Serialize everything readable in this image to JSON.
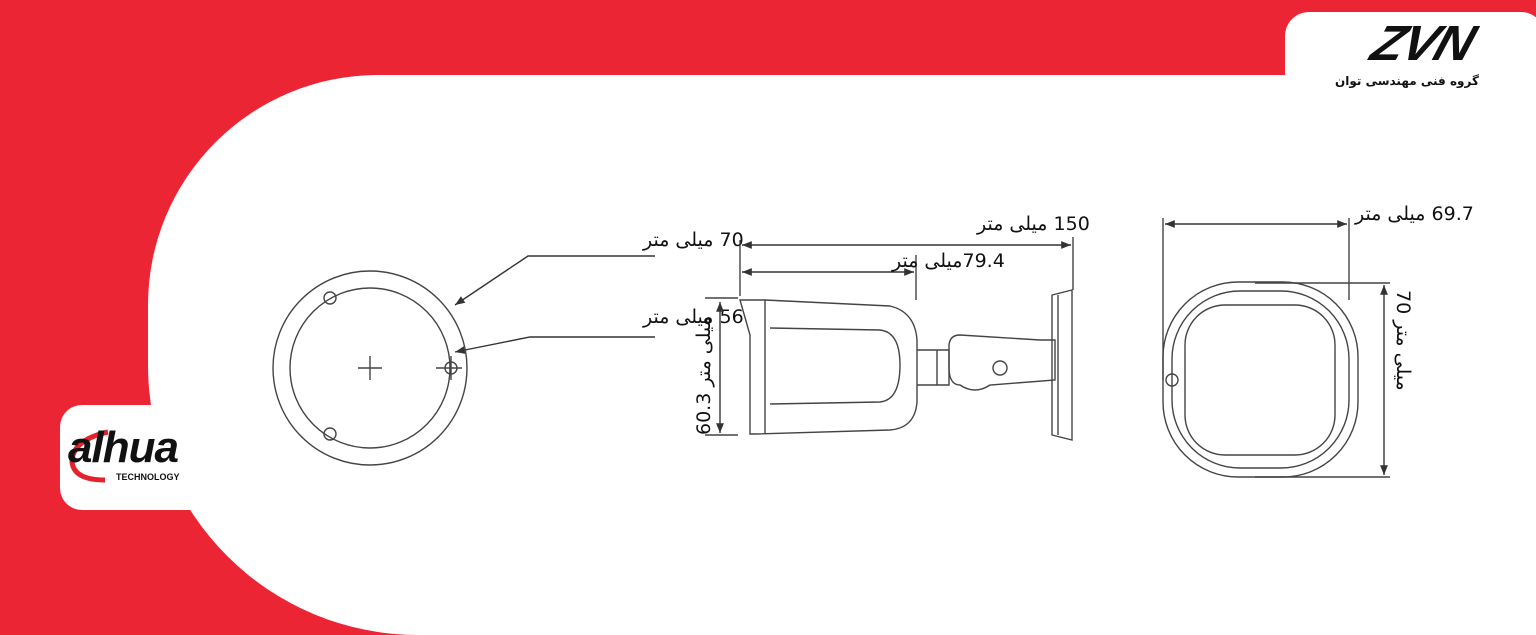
{
  "brand": {
    "zvn_logo_text": "ZVN",
    "zvn_subtitle": "گروه فنی مهندسی توان",
    "dahua_logo_text": "alhua",
    "dahua_subtitle": "TECHNOLOGY"
  },
  "front_view": {
    "outer_diameter_label": "70 میلی متر",
    "hole_spacing_label": "56 میلی متر"
  },
  "side_view": {
    "total_length_label": "150 میلی متر",
    "body_length_label": "79.4میلی متر",
    "height_label": "60.3 میلی متر"
  },
  "back_view": {
    "width_label": "69.7 میلی متر",
    "height_label": "70 میلی متر"
  }
}
